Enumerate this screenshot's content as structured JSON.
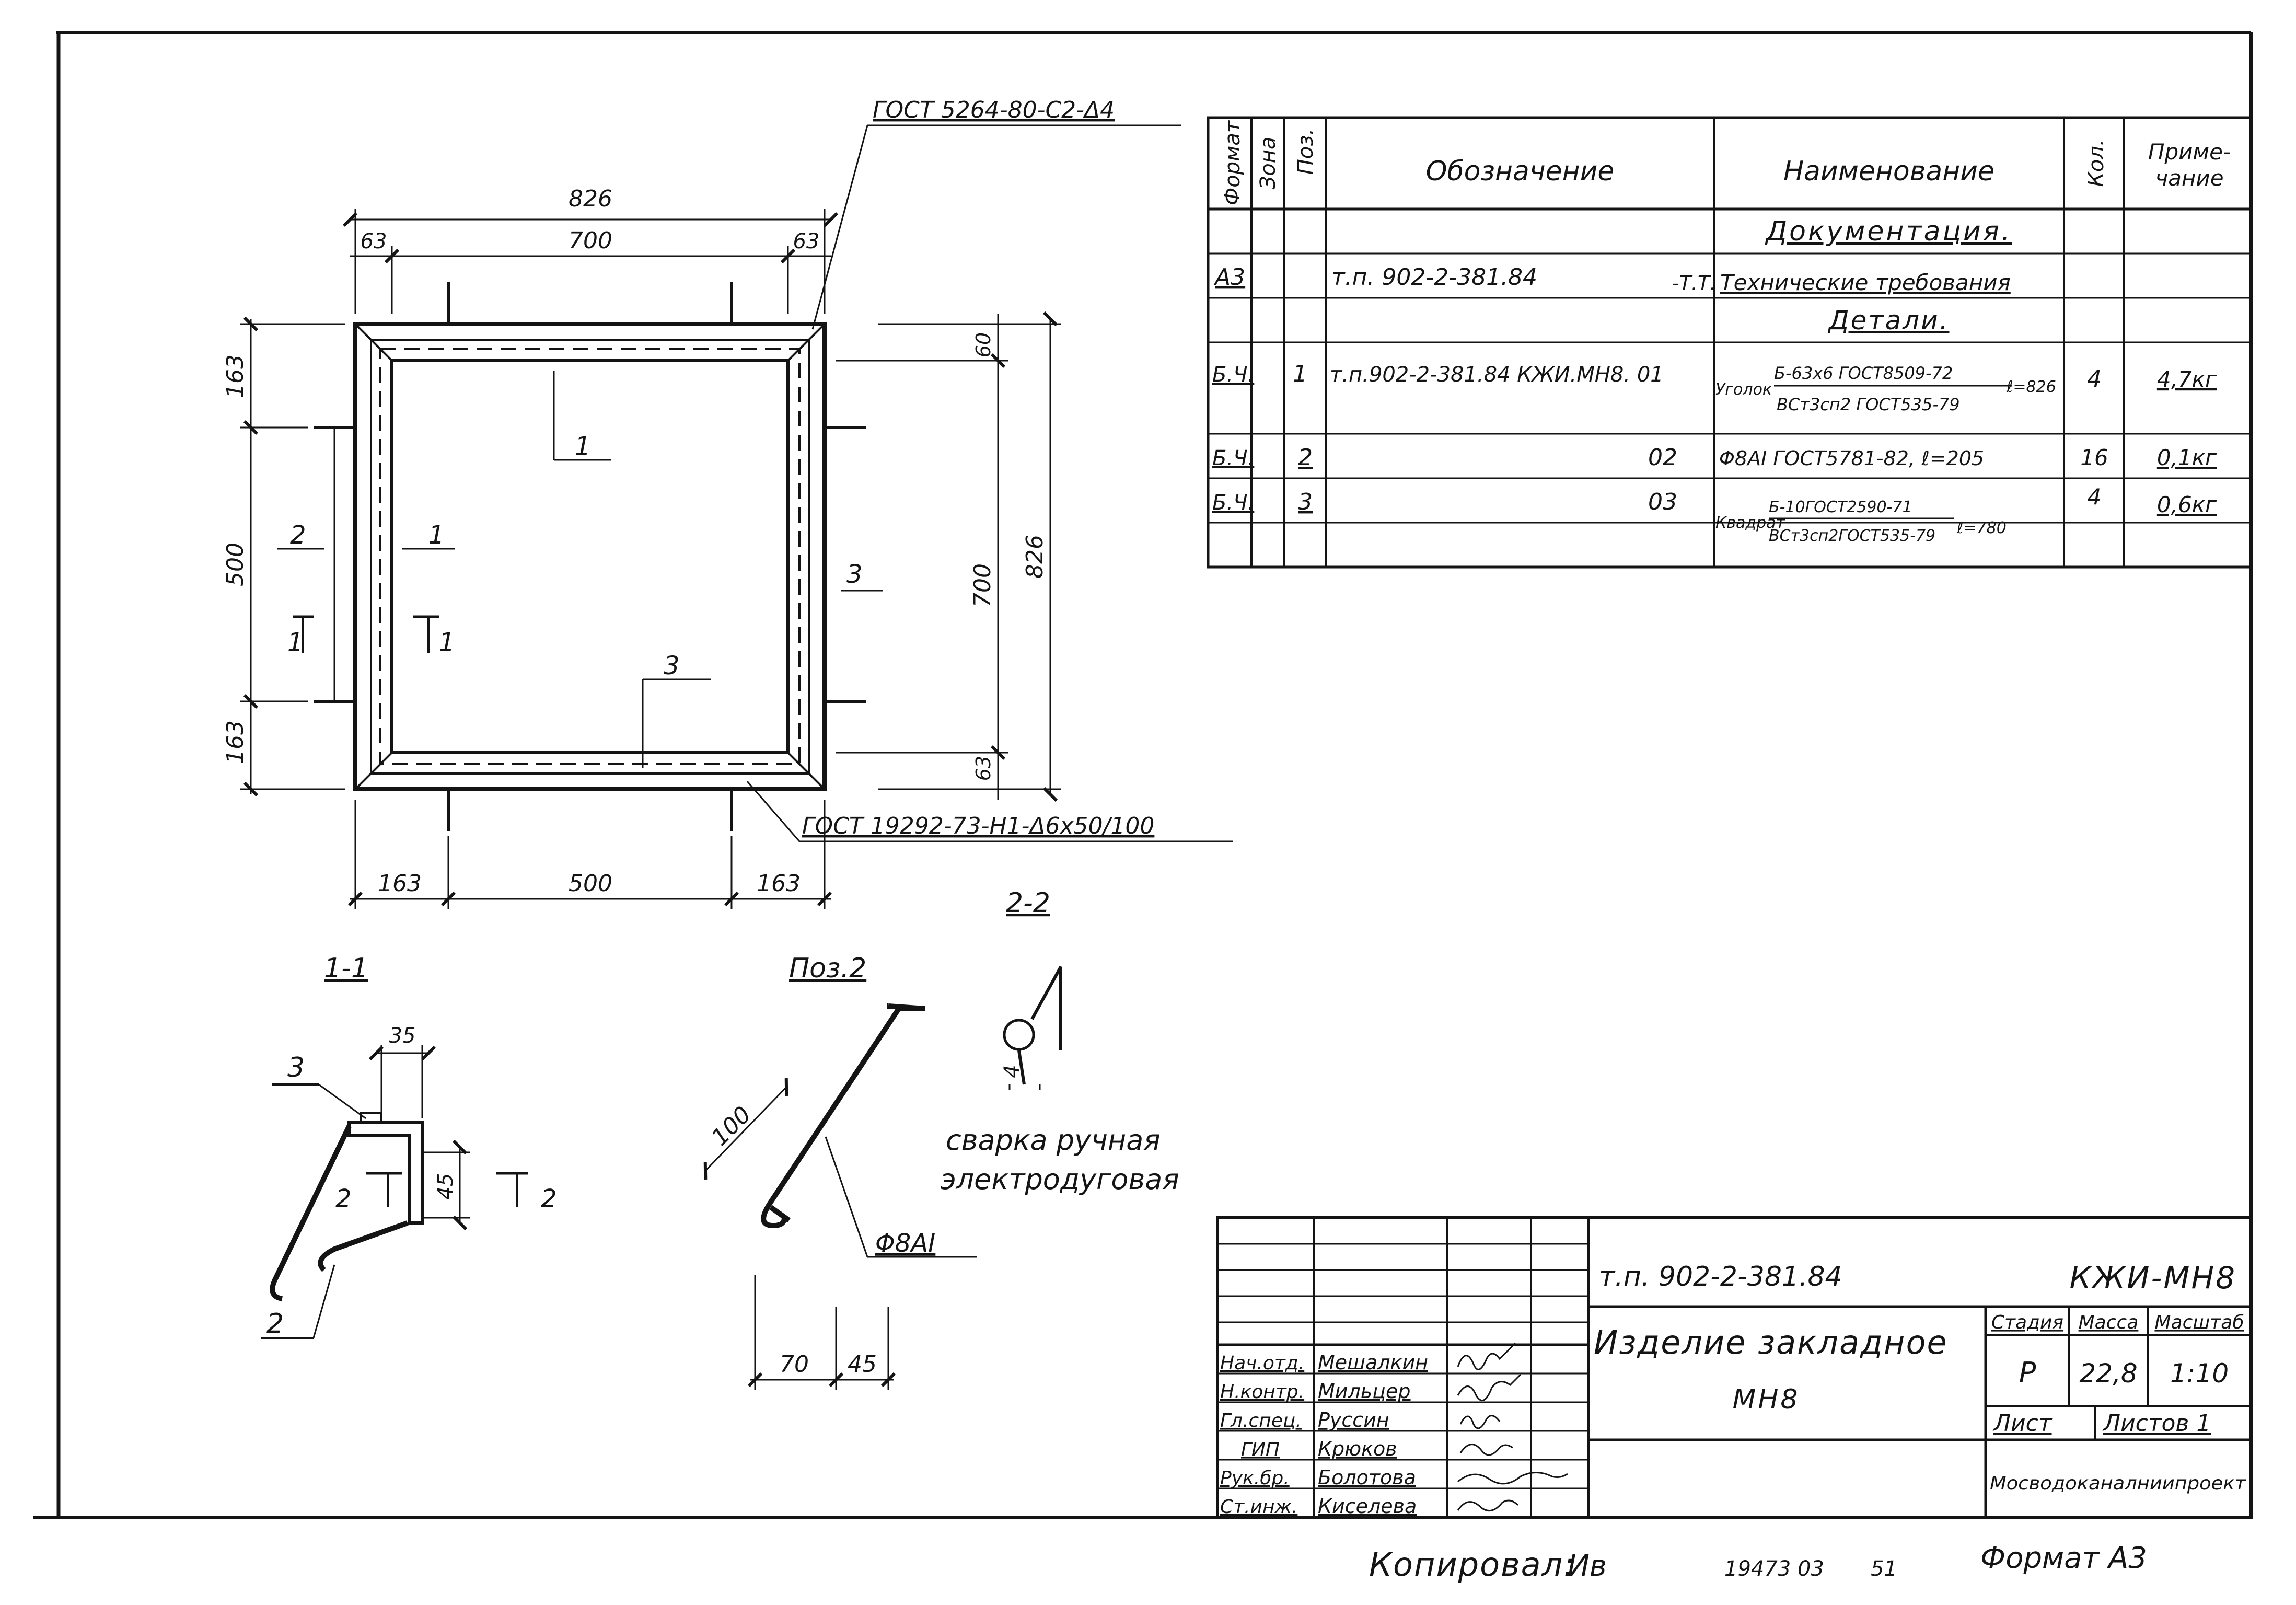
{
  "drawing": {
    "gost_weld_top": "ГОСТ 5264-80-С2-Δ4",
    "gost_weld_bottom": "ГОСТ 19292-73-Н1-Δ6х50/100",
    "dim_826": "826",
    "dim_700": "700",
    "dim_63": "63",
    "dim_163": "163",
    "dim_500": "500",
    "dim_60": "60",
    "pos_1": "1",
    "pos_2": "2",
    "pos_3": "3"
  },
  "sections": {
    "section_1_1": "1-1",
    "section_2_2": "2-2",
    "pos2_title": "Поз.2",
    "dim_35": "35",
    "dim_45": "45",
    "dim_4": "4",
    "dim_100": "100",
    "dim_70": "70",
    "rebar_label": "Φ8АI",
    "weld_note_line1": "сварка ручная",
    "weld_note_line2": "электродуговая"
  },
  "spec_table": {
    "headers": {
      "format": "Формат",
      "zone": "Зона",
      "pos": "Поз.",
      "designation": "Обозначение",
      "name": "Наименование",
      "qty": "Кол.",
      "note_line1": "Приме-",
      "note_line2": "чание"
    },
    "documentation_title": "Документация.",
    "details_title": "Детали.",
    "rows": [
      {
        "format": "А3",
        "pos": "",
        "designation": "т.п. 902-2-381.84",
        "designation_suffix": "-Т.Т.",
        "name": "Технические требования",
        "qty": "",
        "note": ""
      },
      {
        "format": "Б.Ч.",
        "pos": "1",
        "designation": "т.п.902-2-381.84 КЖИ.МН8. 01",
        "name_prefix": "Уголок",
        "name_line1": "Б-63х6 ГОСТ8509-72",
        "name_line2": "ВСт3сп2 ГОСТ535-79",
        "name_suffix": "ℓ=826",
        "qty": "4",
        "note": "4,7кг"
      },
      {
        "format": "Б.Ч.",
        "pos": "2",
        "designation": "02",
        "name": "Φ8АI ГОСТ5781-82, ℓ=205",
        "qty": "16",
        "note": "0,1кг"
      },
      {
        "format": "Б.Ч.",
        "pos": "3",
        "designation": "03",
        "name_prefix": "Квадрат",
        "name_line1": "Б-10ГОСТ2590-71",
        "name_line2": "ВСт3сп2ГОСТ535-79",
        "name_suffix": "ℓ=780",
        "qty": "4",
        "note": "0,6кг"
      }
    ]
  },
  "title_block": {
    "doc_code": "т.п. 902-2-381.84",
    "mark": "КЖИ-МН8",
    "product_line1": "Изделие закладное",
    "product_line2": "МН8",
    "stage_header": "Стадия",
    "mass_header": "Масса",
    "scale_header": "Масштаб",
    "stage": "Р",
    "mass": "22,8",
    "scale": "1:10",
    "sheet_label": "Лист",
    "sheets_label": "Листов 1",
    "organization": "Мосводоканалниипроект",
    "staff": [
      {
        "role": "Нач.отд.",
        "name": "Мешалкин"
      },
      {
        "role": "Н.контр.",
        "name": "Мильцер"
      },
      {
        "role": "Гл.спец.",
        "name": "Руссин"
      },
      {
        "role": "ГИП",
        "name": "Крюков"
      },
      {
        "role": "Рук.бр.",
        "name": "Болотова"
      },
      {
        "role": "Ст.инж.",
        "name": "Киселева"
      }
    ]
  },
  "footer": {
    "copied": "Копировал:",
    "copied_initial": "Ив",
    "inventory": "19473 03",
    "sheet_no": "51",
    "format": "Формат А3"
  }
}
